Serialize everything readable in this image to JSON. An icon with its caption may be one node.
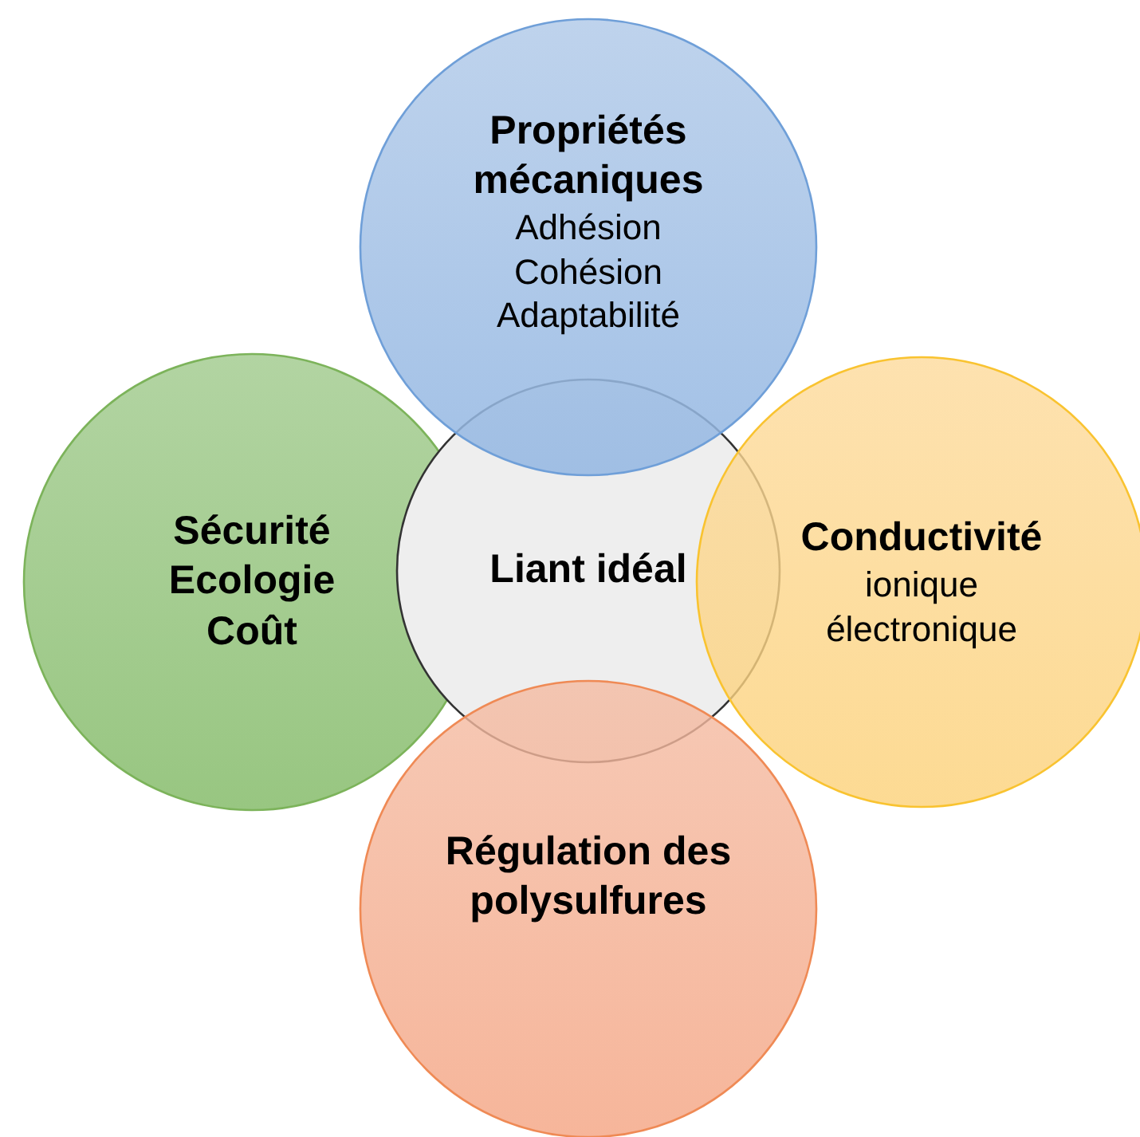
{
  "diagram": {
    "nodes": [
      {
        "text": [
          "Propriétés mécaniques",
          "Adhésion",
          "Cohésion",
          "Adaptabilité"
        ]
      },
      {
        "text": [
          "Sécurité",
          "Ecologie",
          "Coût"
        ]
      },
      {
        "text": [
          "Liant idéal"
        ]
      },
      {
        "text": [
          "Conductivité",
          "ionique",
          "électronique"
        ]
      },
      {
        "text": [
          "Régulation des polysulfures"
        ]
      }
    ]
  }
}
